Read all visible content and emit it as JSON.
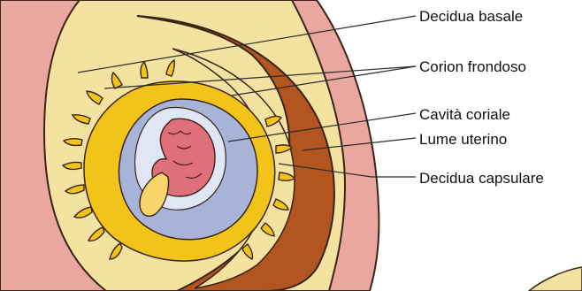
{
  "colors": {
    "uterine_wall": "#e9a7a0",
    "decidua": "#f4e2a0",
    "myometrium_brown": "#b2551f",
    "chorion_yellow": "#f2c318",
    "chorionic_cavity": "#a7b4d8",
    "amnion_light": "#dfe6f6",
    "embryo": "#df6f78",
    "yolk_sac": "#f7d56a",
    "outline": "#3a2418",
    "leader_line": "#2b2b2b"
  },
  "labels": [
    {
      "id": "decidua-basale",
      "text": "Decidua basale"
    },
    {
      "id": "corion-frondoso",
      "text": "Corion frondoso"
    },
    {
      "id": "cavita-coriale",
      "text": "Cavità coriale"
    },
    {
      "id": "lume-uterino",
      "text": "Lume uterino"
    },
    {
      "id": "decidua-capsulare",
      "text": "Decidua capsulare"
    }
  ]
}
